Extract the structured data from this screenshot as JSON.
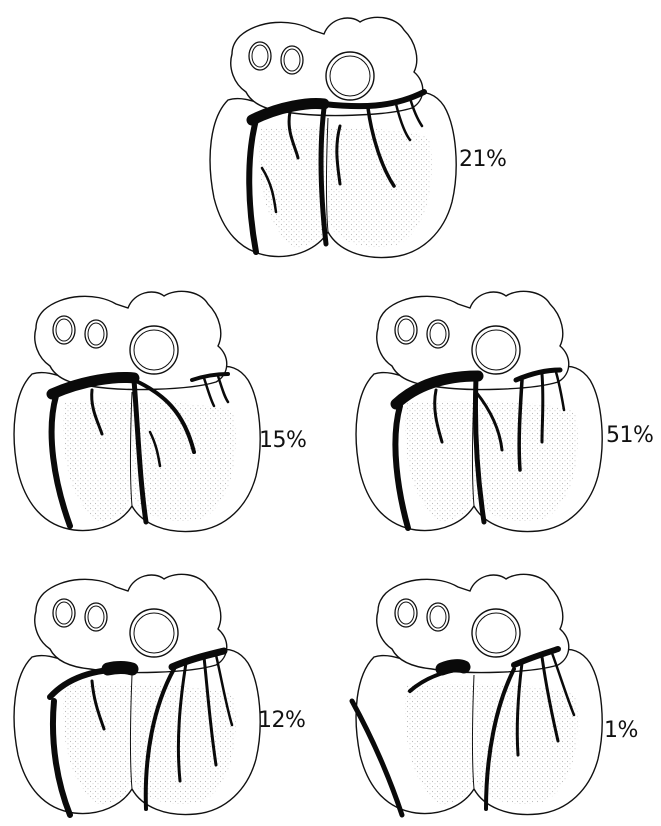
{
  "figures": [
    {
      "id": "h1",
      "percent": "21%",
      "pattern": "full-left-right"
    },
    {
      "id": "h2",
      "percent": "15%",
      "pattern": "left-dominant"
    },
    {
      "id": "h3",
      "percent": "51%",
      "pattern": "balanced"
    },
    {
      "id": "h4",
      "percent": "12%",
      "pattern": "separate-lad"
    },
    {
      "id": "h5",
      "percent": "1%",
      "pattern": "minimal-left"
    }
  ],
  "colors": {
    "outline": "#111111",
    "vessel": "#0a0a0a",
    "stipple": "#bdbdbd"
  }
}
